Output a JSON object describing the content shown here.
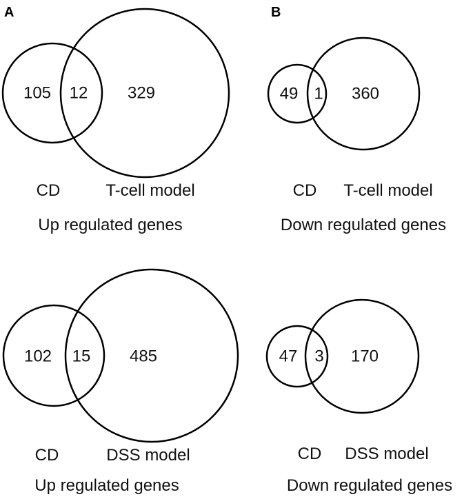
{
  "panels": {
    "a": {
      "label": "A"
    },
    "b": {
      "label": "B"
    }
  },
  "diagrams": {
    "a_top": {
      "left_only": "105",
      "overlap": "12",
      "right_only": "329",
      "left_set": "CD",
      "right_set": "T-cell model",
      "caption": "Up regulated genes"
    },
    "b_top": {
      "left_only": "49",
      "overlap": "1",
      "right_only": "360",
      "left_set": "CD",
      "right_set": "T-cell model",
      "caption": "Down regulated genes"
    },
    "a_bottom": {
      "left_only": "102",
      "overlap": "15",
      "right_only": "485",
      "left_set": "CD",
      "right_set": "DSS model",
      "caption": "Up regulated genes"
    },
    "b_bottom": {
      "left_only": "47",
      "overlap": "3",
      "right_only": "170",
      "left_set": "CD",
      "right_set": "DSS model",
      "caption": "Down regulated genes"
    }
  }
}
